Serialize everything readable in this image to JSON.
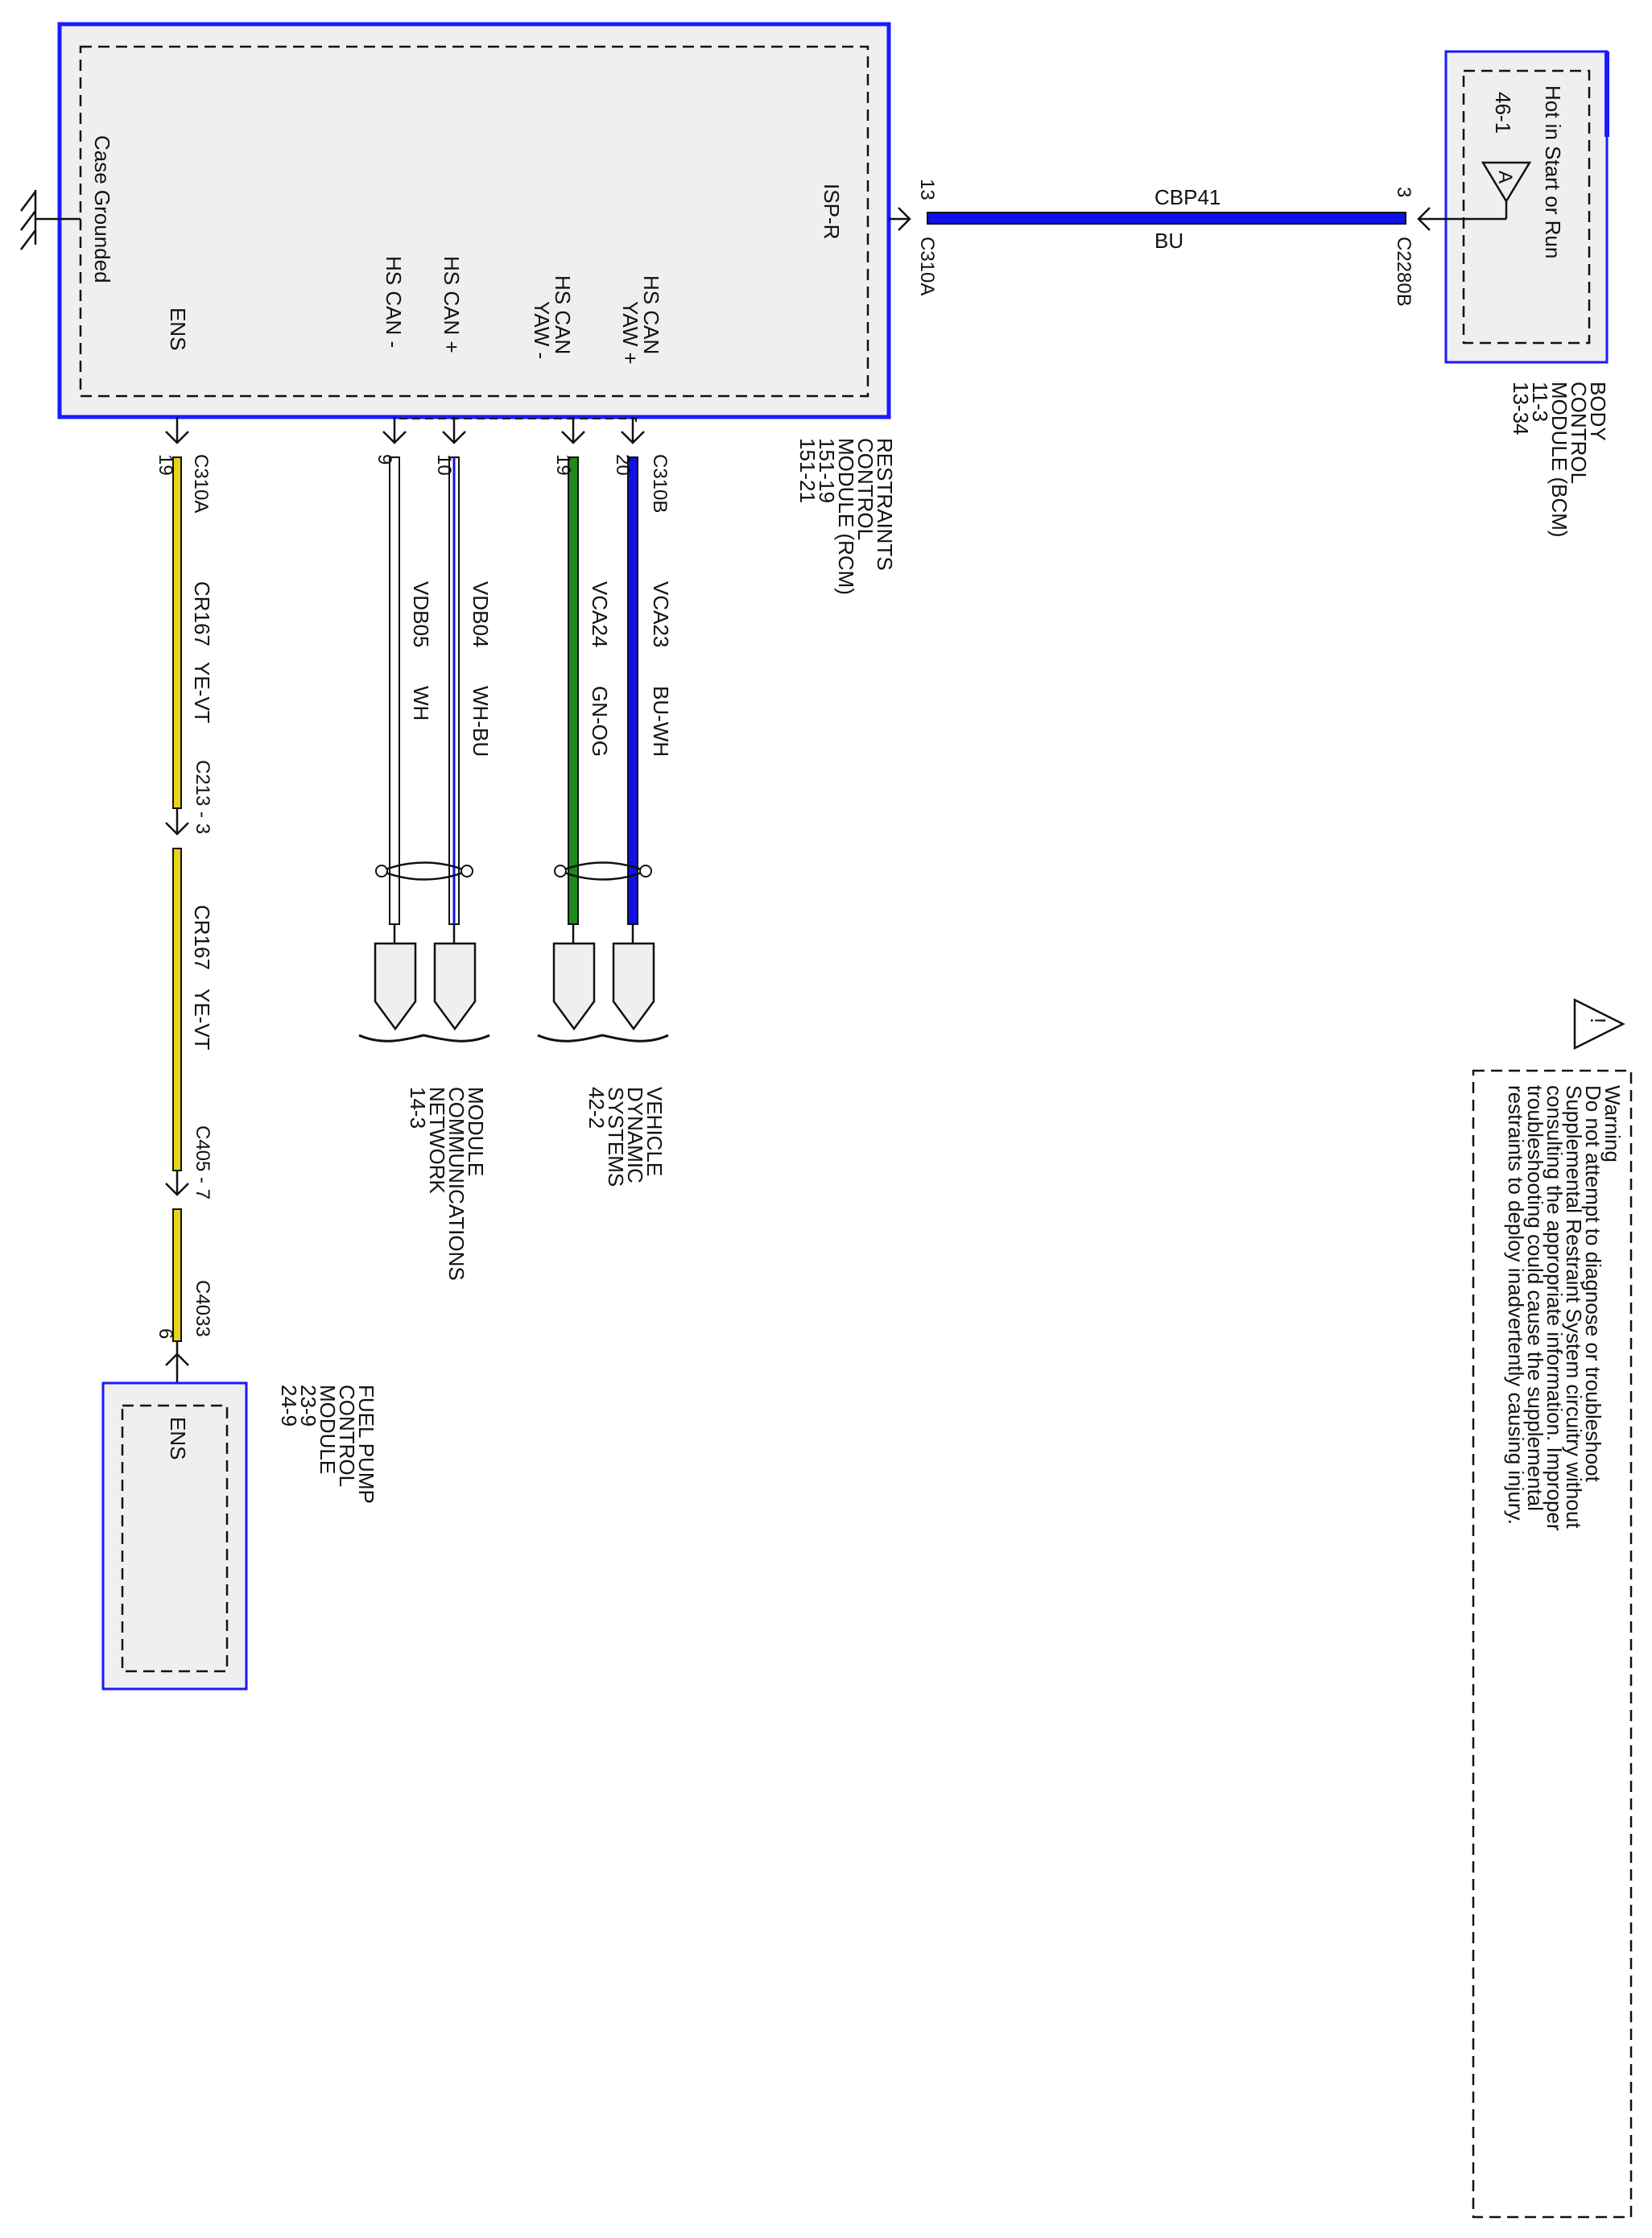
{
  "colors": {
    "module_border": "#1a1aff",
    "wire_BU": "#1010e8",
    "wire_BU_WH": "#1010e8",
    "wire_GN_OG": "#1e8a1e",
    "wire_YE_VT": "#e8d21a",
    "wire_WH": "#ffffff",
    "wire_WH_BU": "#ffffff",
    "module_fill": "#efefef"
  },
  "rcm": {
    "title_lines": [
      "RESTRAINTS",
      "CONTROL",
      "MODULE (RCM)",
      "151-19",
      "151-21"
    ],
    "ground_label": "Case Grounded",
    "pin_isp": "ISP-R",
    "pin_ens": "ENS",
    "pin_can_minus": "HS CAN -",
    "pin_can_plus": "HS CAN +",
    "pin_yaw_minus": [
      "HS CAN",
      "YAW -"
    ],
    "pin_yaw_plus": [
      "HS CAN",
      "YAW +"
    ]
  },
  "bcm": {
    "title_lines": [
      "BODY",
      "CONTROL",
      "MODULE (BCM)",
      "11-3",
      "13-34"
    ],
    "power_label": "Hot in Start or Run",
    "power_ref": "46-1",
    "triangle_letter": "A"
  },
  "isp_wire": {
    "circuit": "CBP41",
    "color_code": "BU",
    "rcm_pin": "13",
    "rcm_connector": "C310A",
    "bcm_pin": "3",
    "bcm_connector": "C2280B"
  },
  "can_wires": {
    "connector": "C310B",
    "yaw_plus": {
      "pin": "20",
      "circuit": "VCA23",
      "color_code": "BU-WH"
    },
    "yaw_minus": {
      "pin": "19",
      "circuit": "VCA24",
      "color_code": "GN-OG"
    },
    "can_plus": {
      "pin": "10",
      "circuit": "VDB04",
      "color_code": "WH-BU"
    },
    "can_minus": {
      "pin": "9",
      "circuit": "VDB05",
      "color_code": "WH"
    }
  },
  "ens_wire": {
    "rcm_connector": "C310A",
    "rcm_pin": "19",
    "circuit": "CR167",
    "color_code": "YE-VT",
    "inline_1": "C213 - 3",
    "inline_2": "C405 - 7",
    "fpcm_connector": "C4033",
    "fpcm_pin": "6"
  },
  "destinations": {
    "vehicle_dynamic": [
      "VEHICLE",
      "DYNAMIC",
      "SYSTEMS",
      "42-2"
    ],
    "module_comm": [
      "MODULE",
      "COMMUNICATIONS",
      "NETWORK",
      "14-3"
    ]
  },
  "fpcm": {
    "title_lines": [
      "FUEL PUMP",
      "CONTROL",
      "MODULE",
      "23-9",
      "24-9"
    ],
    "pin_ens": "ENS"
  },
  "warning": {
    "triangle_symbol": "!",
    "lines": [
      "Warning",
      "Do not attempt to diagnose or troubleshoot",
      "Supplemental Restraint System circuitry without",
      "consulting the appropriate information. Improper",
      "troubleshooting could cause the supplemental",
      "restraints to deploy inadvertently causing injury."
    ]
  }
}
